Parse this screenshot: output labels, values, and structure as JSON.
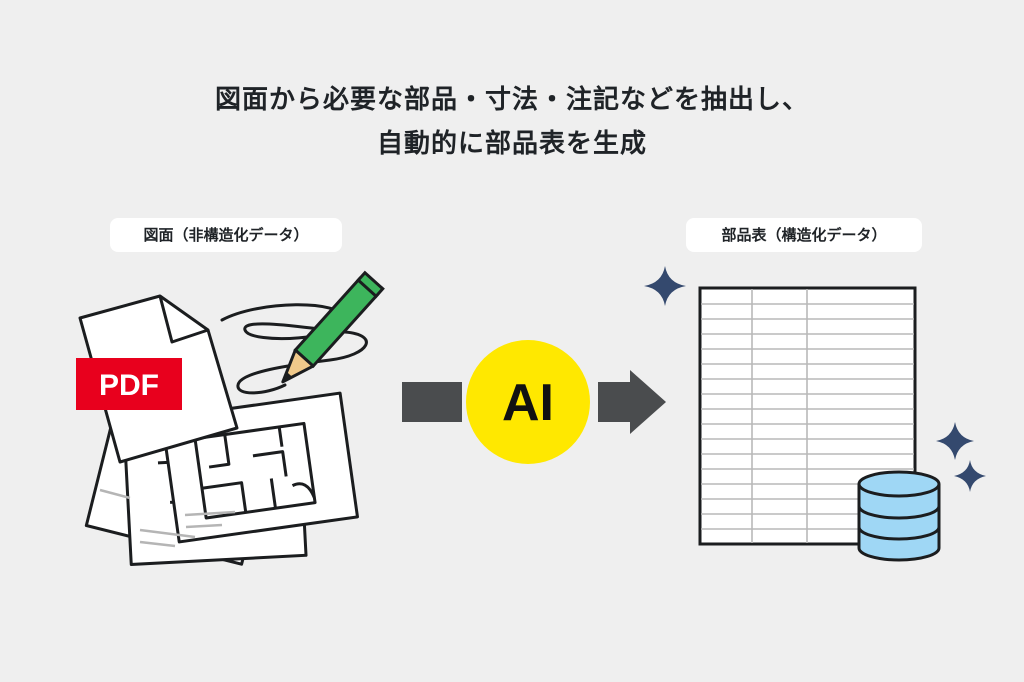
{
  "headline": {
    "line1": "図面から必要な部品・寸法・注記などを抽出し、",
    "line2": "自動的に部品表を生成"
  },
  "left_panel": {
    "label": "図面（非構造化データ）",
    "pdf_badge": "PDF"
  },
  "center": {
    "ai_label": "AI"
  },
  "right_panel": {
    "label": "部品表（構造化データ）"
  },
  "colors": {
    "background": "#efefef",
    "pdf_red": "#e8001d",
    "ai_yellow": "#ffe800",
    "arrow_gray": "#4a4c4e",
    "pencil_green": "#3db55c",
    "database_blue": "#9fd7f5",
    "sparkle_navy": "#34496e",
    "outline": "#1b1d1f"
  }
}
